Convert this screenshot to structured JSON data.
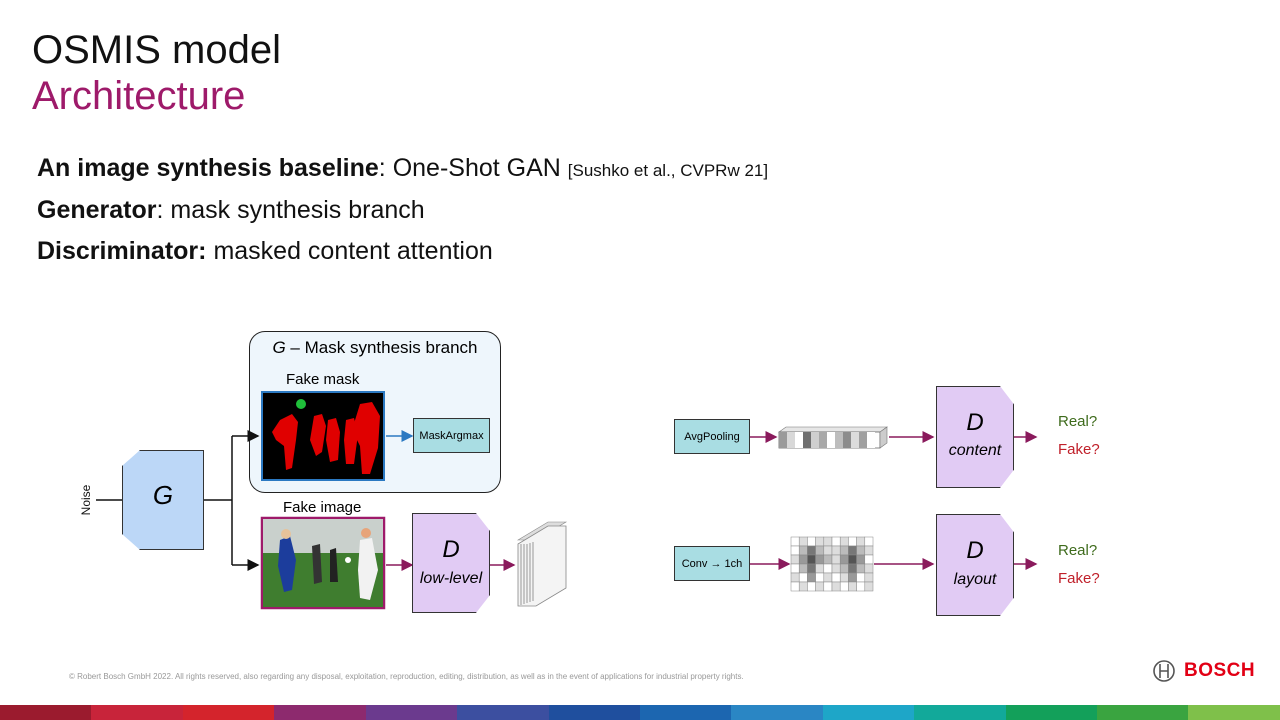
{
  "slide": {
    "title": "OSMIS model",
    "subtitle": "Architecture",
    "bullets": [
      {
        "bold": "An image synthesis baseline",
        "sep": ": ",
        "text": "One-Shot GAN ",
        "cite": "[Sushko et al., CVPRw 21]"
      },
      {
        "bold": "Generator",
        "sep": ": ",
        "text": "mask synthesis branch"
      },
      {
        "bold": "Discriminator:",
        "sep": " ",
        "text": "masked content attention"
      }
    ]
  },
  "diagram": {
    "noise_label": "Noise",
    "generator_letter": "G",
    "branch_title_italic": "G",
    "branch_title_rest": " – Mask synthesis branch",
    "fake_mask_label": "Fake mask",
    "maskargmax_label": "MaskArgmax",
    "fake_image_label": "Fake image",
    "d_low": {
      "letter": "D",
      "sub": "low-level"
    },
    "avgpool_label": "AvgPooling",
    "conv_label": "Conv → 1ch",
    "d_content": {
      "letter": "D",
      "sub": "content"
    },
    "d_layout": {
      "letter": "D",
      "sub": "layout"
    },
    "real_label": "Real?",
    "fake_label": "Fake?",
    "colors": {
      "arrow_purple": "#8a1a5c",
      "arrow_blue": "#2b79c2",
      "mask_red": "#e00000",
      "d_fill": "#e1cbf4",
      "g_fill": "#bcd7f7",
      "box_fill": "#a9dde3"
    }
  },
  "footer": {
    "copyright": "© Robert Bosch GmbH 2022. All rights reserved, also regarding any disposal, exploitation, reproduction, editing, distribution, as well as in the event of applications for industrial property rights.",
    "brand": "BOSCH",
    "colorbar": [
      "#9b1b2e",
      "#c8243a",
      "#d4242c",
      "#8d2a6e",
      "#6b3a8e",
      "#3c4fa0",
      "#1f4f9e",
      "#1c66b0",
      "#2a86c4",
      "#1ea6c8",
      "#12a99a",
      "#13a05a",
      "#3aa440",
      "#7fc04a"
    ]
  }
}
